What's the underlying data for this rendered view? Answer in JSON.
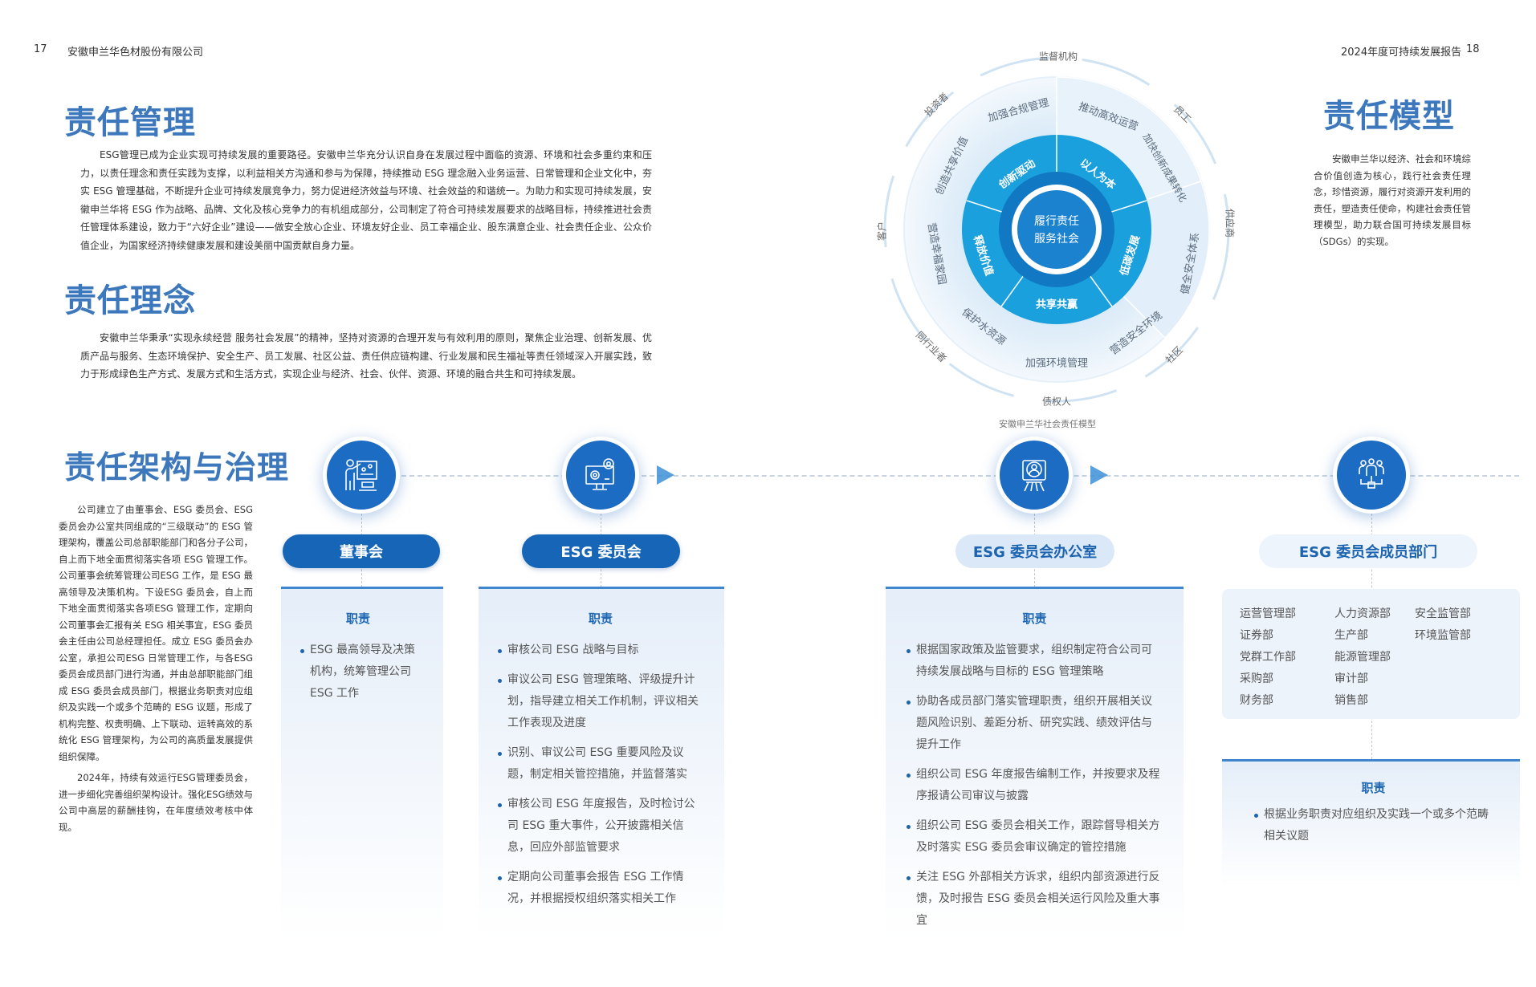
{
  "header": {
    "left_page_number": "17",
    "company": "安徽申兰华色材股份有限公司",
    "report_title": "2024年度可持续发展报告",
    "right_page_number": "18"
  },
  "management": {
    "title": "责任管理",
    "paragraph": "ESG管理已成为企业实现可持续发展的重要路径。安徽申兰华充分认识自身在发展过程中面临的资源、环境和社会多重约束和压力，以责任理念和责任实践为支撑，以利益相关方沟通和参与为保障，持续推动 ESG 理念融入业务运营、日常管理和企业文化中，夯实 ESG 管理基础，不断提升企业可持续发展竞争力，努力促进经济效益与环境、社会效益的和谐统一。为助力和实现可持续发展，安徽申兰华将 ESG 作为战略、品牌、文化及核心竞争力的有机组成部分，公司制定了符合可持续发展要求的战略目标，持续推进社会责任管理体系建设，致力于“六好企业”建设——做安全放心企业、环境友好企业、员工幸福企业、股东满意企业、社会责任企业、公众价值企业，为国家经济持续健康发展和建设美丽中国贡献自身力量。"
  },
  "philosophy": {
    "title": "责任理念",
    "paragraph": "安徽申兰华秉承“实现永续经营 服务社会发展”的精神，坚持对资源的合理开发与有效利用的原则，聚焦企业治理、创新发展、优质产品与服务、生态环境保护、安全生产、员工发展、社区公益、责任供应链构建、行业发展和民生福祉等责任领域深入开展实践，致力于形成绿色生产方式、发展方式和生活方式，实现企业与经济、社会、伙伴、资源、环境的融合共生和可持续发展。"
  },
  "model": {
    "title": "责任模型",
    "paragraph": "安徽申兰华以经济、社会和环境综合价值创造为核心，践行社会责任理念，珍惜资源，履行对资源开发利用的责任，塑造责任使命，构建社会责任管理模型，助力联合国可持续发展目标（SDGs）的实现。"
  },
  "diagram": {
    "center_line1": "履行责任",
    "center_line2": "服务社会",
    "inner": [
      "创新驱动",
      "以人为本",
      "低碳发展",
      "共享共赢",
      "释放价值"
    ],
    "middle": [
      "加强合规管理",
      "推动高效运营",
      "加快创新成果转化",
      "健全安全体系",
      "营造安全环境",
      "加强环境管理",
      "保护水资源",
      "营造幸福家园",
      "创造共享价值"
    ],
    "stakeholders": [
      "监督机构",
      "员工",
      "供应商",
      "社区",
      "债权人",
      "同行业者",
      "客户",
      "投资者"
    ],
    "caption": "安徽申兰华社会责任模型",
    "colors": {
      "inner": "#1aa0dc",
      "core": "#1976c8",
      "middle": "#e8f2fb",
      "ring": "#cfe3f3"
    }
  },
  "governance": {
    "title": "责任架构与治理",
    "paragraphs": [
      "公司建立了由董事会、ESG 委员会、ESG 委员会办公室共同组成的“三级联动”的 ESG 管理架构，覆盖公司总部职能部门和各分子公司，自上而下地全面贯彻落实各项 ESG 管理工作。公司董事会统筹管理公司ESG 工作，是 ESG 最高领导及决策机构。下设ESG 委员会，自上而下地全面贯彻落实各项ESG 管理工作，定期向公司董事会汇报有关 ESG 相关事宜，ESG 委员会主任由公司总经理担任。成立 ESG 委员会办公室，承担公司ESG 日常管理工作，与各ESG委员会成员部门进行沟通，并由总部职能部门组成 ESG 委员会成员部门，根据业务职责对应组织及实践一个或多个范畴的 ESG 议题，形成了机构完整、权责明确、上下联动、运转高效的系统化 ESG 管理架构，为公司的高质量发展提供组织保障。",
      "2024年，持续有效运行ESG管理委员会，进一步细化完善组织架构设计。强化ESG绩效与公司中高层的薪酬挂钩，在年度绩效考核中体现。"
    ]
  },
  "structure": {
    "duty_label": "职责",
    "board": {
      "label": "董事会",
      "icon": "presenter-board-icon",
      "duties": [
        "ESG 最高领导及决策机构，统筹管理公司 ESG 工作"
      ]
    },
    "committee": {
      "label": "ESG 委员会",
      "icon": "computer-gears-icon",
      "duties": [
        "审核公司 ESG 战略与目标",
        "审议公司 ESG 管理策略、评级提升计划，指导建立相关工作机制，评议相关工作表现及进度",
        "识别、审议公司 ESG 重要风险及议题，制定相关管控措施，并监督落实",
        "审核公司 ESG 年度报告，及时检讨公司 ESG 重大事件，公开披露相关信息，回应外部监管要求",
        "定期向公司董事会报告 ESG 工作情况，并根据授权组织落实相关工作"
      ]
    },
    "office": {
      "label": "ESG 委员会办公室",
      "icon": "easel-person-icon",
      "duties": [
        "根据国家政策及监管要求，组织制定符合公司可持续发展战略与目标的 ESG 管理策略",
        "协助各成员部门落实管理职责，组织开展相关议题风险识别、差距分析、研究实践、绩效评估与提升工作",
        "组织公司 ESG 年度报告编制工作，并按要求及程序报请公司审议与披露",
        "组织公司 ESG 委员会相关工作，跟踪督导相关方及时落实 ESG 委员会审议确定的管控措施",
        "关注 ESG 外部相关方诉求，组织内部资源进行反馈，及时报告 ESG 委员会相关运行风险及重大事宜"
      ]
    },
    "members": {
      "label": "ESG 委员会成员部门",
      "icon": "team-network-icon",
      "departments_col1": [
        "运营管理部",
        "证券部",
        "党群工作部",
        "采购部",
        "财务部"
      ],
      "departments_col2": [
        "人力资源部",
        "生产部",
        "能源管理部",
        "审计部",
        "销售部"
      ],
      "departments_col3": [
        "安全监管部",
        "环境监管部"
      ],
      "duties": [
        "根据业务职责对应组织及实践一个或多个范畴相关议题"
      ]
    }
  },
  "colors": {
    "title_blue": "#3d78bd",
    "node_blue": "#1c6cc4",
    "pill_dark": "#1665b6",
    "pill_light": "#dbe8f7",
    "card_border": "#3f85cd"
  }
}
